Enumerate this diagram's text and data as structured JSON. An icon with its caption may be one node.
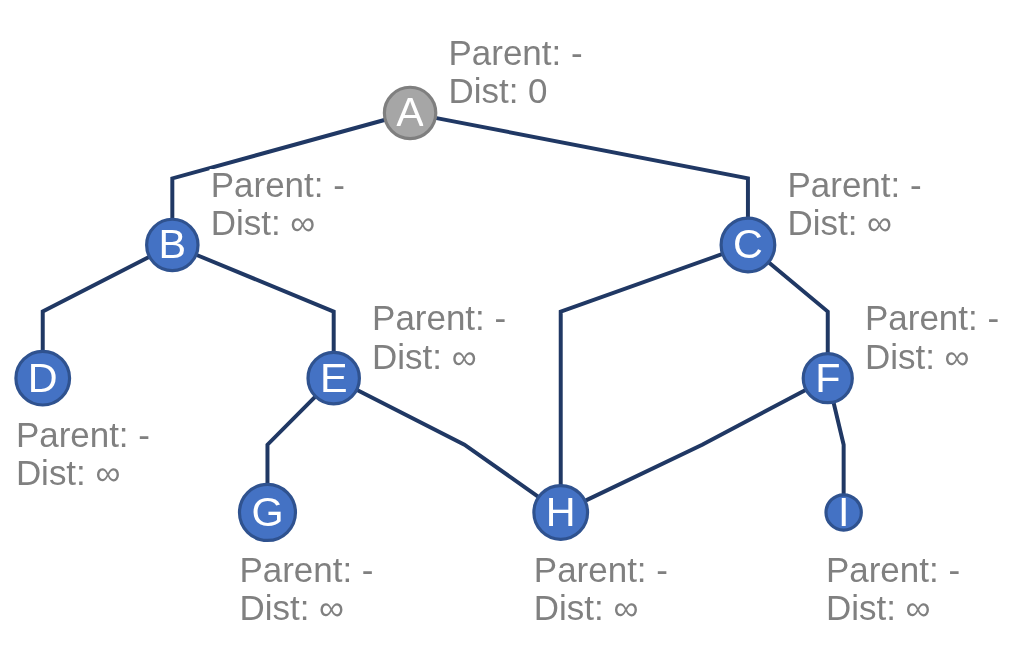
{
  "diagram": {
    "nodes": [
      {
        "text": [
          "A"
        ],
        "beside": [
          "Parent: -",
          "Dist: 0"
        ]
      },
      {
        "text": [
          "B"
        ],
        "beside": [
          "Parent: -",
          "Dist: ∞"
        ]
      },
      {
        "text": [
          "C"
        ],
        "beside": [
          "Parent: -",
          "Dist: ∞"
        ]
      },
      {
        "text": [
          "D"
        ],
        "beside": [
          "Parent: -",
          "Dist: ∞"
        ]
      },
      {
        "text": [
          "E"
        ],
        "beside": [
          "Parent: -",
          "Dist: ∞"
        ]
      },
      {
        "text": [
          "F"
        ],
        "beside": [
          "Parent: -",
          "Dist: ∞"
        ]
      },
      {
        "text": [
          "G"
        ],
        "beside": [
          "Parent: -",
          "Dist: ∞"
        ]
      },
      {
        "text": [
          "H"
        ],
        "beside": [
          "Parent: -",
          "Dist: ∞"
        ]
      },
      {
        "text": [
          "I"
        ],
        "beside": [
          "Parent: -",
          "Dist: ∞"
        ]
      }
    ],
    "edges": [
      {
        "from": 0,
        "to": 1,
        "arrow": "none"
      },
      {
        "from": 0,
        "to": 2,
        "arrow": "none"
      },
      {
        "from": 1,
        "to": 3,
        "arrow": "none"
      },
      {
        "from": 1,
        "to": 4,
        "arrow": "none"
      },
      {
        "from": 2,
        "to": 7,
        "arrow": "none"
      },
      {
        "from": 2,
        "to": 5,
        "arrow": "none"
      },
      {
        "from": 4,
        "to": 6,
        "arrow": "none"
      },
      {
        "from": 4,
        "to": 7,
        "arrow": "none"
      },
      {
        "from": 5,
        "to": 7,
        "arrow": "none"
      },
      {
        "from": 5,
        "to": 8,
        "arrow": "none"
      }
    ]
  }
}
